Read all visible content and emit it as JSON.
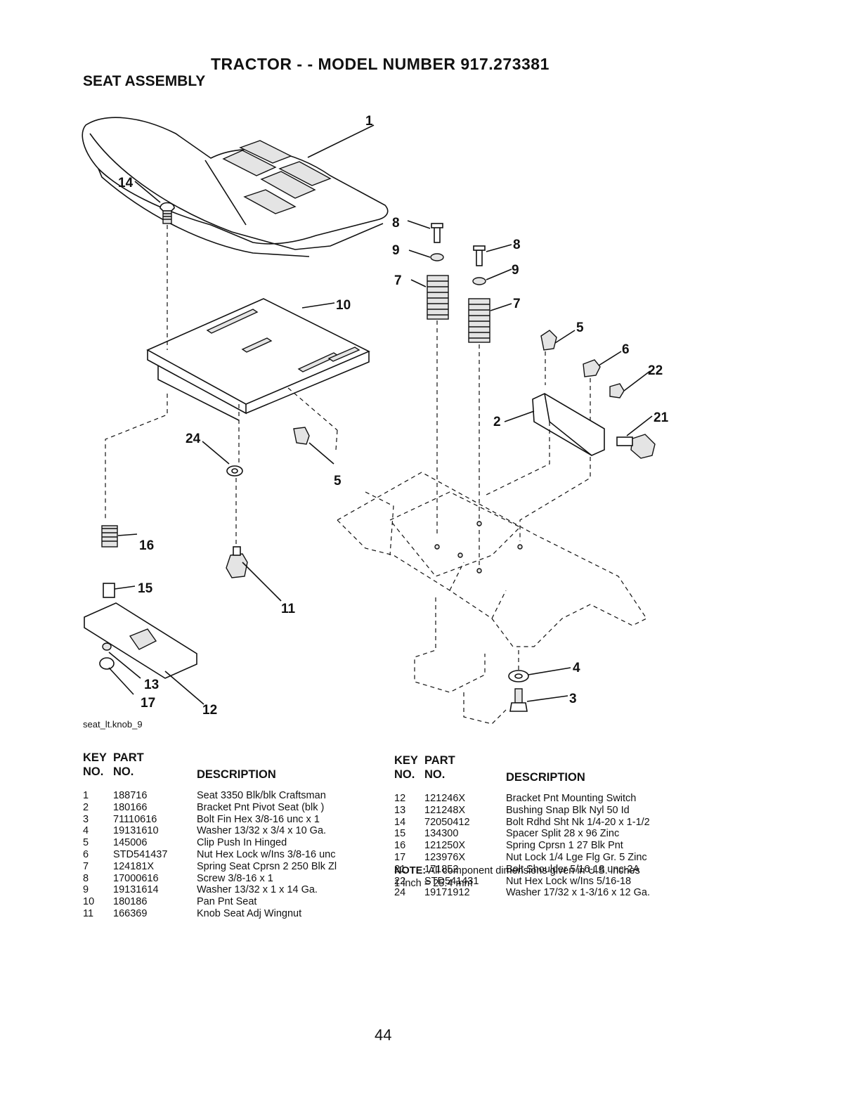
{
  "header": {
    "title": "TRACTOR - - MODEL NUMBER 917.273381",
    "section": "SEAT ASSEMBLY"
  },
  "diagram": {
    "caption": "seat_lt.knob_9",
    "callouts": [
      "1",
      "2",
      "3",
      "4",
      "5",
      "5",
      "6",
      "7",
      "7",
      "8",
      "8",
      "9",
      "9",
      "10",
      "11",
      "12",
      "13",
      "14",
      "15",
      "16",
      "17",
      "21",
      "22",
      "24"
    ]
  },
  "table_headers": {
    "key_top": "KEY",
    "key_bottom": "NO.",
    "part_top": "PART",
    "part_bottom": "NO.",
    "description": "DESCRIPTION"
  },
  "parts_left": [
    {
      "key": "1",
      "part": "188716",
      "desc": "Seat 3350 Blk/blk Craftsman"
    },
    {
      "key": "2",
      "part": "180166",
      "desc": "Bracket Pnt Pivot Seat (blk )"
    },
    {
      "key": "3",
      "part": "71110616",
      "desc": "Bolt Fin Hex 3/8-16 unc x 1"
    },
    {
      "key": "4",
      "part": "19131610",
      "desc": "Washer 13/32 x 3/4 x 10 Ga."
    },
    {
      "key": "5",
      "part": "145006",
      "desc": "Clip Push In Hinged"
    },
    {
      "key": "6",
      "part": "STD541437",
      "desc": "Nut Hex Lock w/Ins 3/8-16 unc"
    },
    {
      "key": "7",
      "part": "124181X",
      "desc": "Spring Seat Cprsn 2 250 Blk Zl"
    },
    {
      "key": "8",
      "part": "17000616",
      "desc": "Screw 3/8-16 x 1"
    },
    {
      "key": "9",
      "part": "19131614",
      "desc": "Washer 13/32 x 1 x 14 Ga."
    },
    {
      "key": "10",
      "part": "180186",
      "desc": "Pan Pnt Seat"
    },
    {
      "key": "11",
      "part": "166369",
      "desc": "Knob Seat Adj Wingnut"
    }
  ],
  "parts_right": [
    {
      "key": "12",
      "part": "121246X",
      "desc": "Bracket Pnt Mounting Switch"
    },
    {
      "key": "13",
      "part": "121248X",
      "desc": "Bushing Snap Blk Nyl 50 Id"
    },
    {
      "key": "14",
      "part": "72050412",
      "desc": "Bolt Rdhd Sht Nk 1/4-20 x 1-1/2"
    },
    {
      "key": "15",
      "part": "134300",
      "desc": "Spacer Split 28 x 96 Zinc"
    },
    {
      "key": "16",
      "part": "121250X",
      "desc": "Spring Cprsn 1 27 Blk Pnt"
    },
    {
      "key": "17",
      "part": "123976X",
      "desc": "Nut Lock 1/4 Lge Flg Gr. 5 Zinc"
    },
    {
      "key": "21",
      "part": "171852",
      "desc": "Bolt Shoulder 5/16-18 unc-2A"
    },
    {
      "key": "22",
      "part": "STD541431",
      "desc": "Nut Hex Lock w/Ins 5/16-18"
    },
    {
      "key": "24",
      "part": "19171912",
      "desc": "Washer 17/32 x 1-3/16 x 12 Ga."
    }
  ],
  "note": {
    "label": "NOTE:",
    "text": "All component dimensions given in U.S. inches",
    "conversion": "1 inch = 25.4 mm"
  },
  "page_number": "44"
}
